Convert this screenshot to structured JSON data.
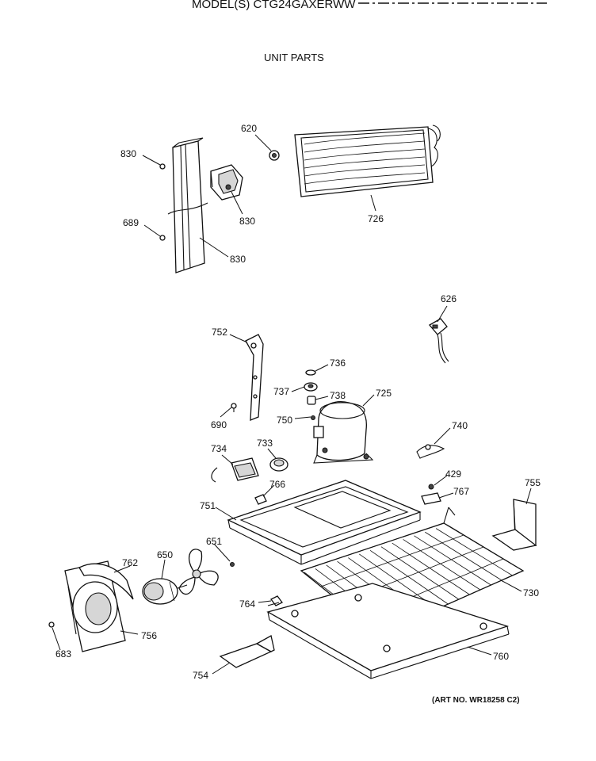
{
  "header": {
    "model_title": "MODEL(S) CTG24GAXERWW",
    "section_title": "UNIT PARTS",
    "art_number": "(ART NO. WR18258 C2)"
  },
  "callouts": [
    {
      "id": "c830a",
      "text": "830"
    },
    {
      "id": "c620",
      "text": "620"
    },
    {
      "id": "c830b",
      "text": "830"
    },
    {
      "id": "c726",
      "text": "726"
    },
    {
      "id": "c689",
      "text": "689"
    },
    {
      "id": "c830c",
      "text": "830"
    },
    {
      "id": "c626",
      "text": "626"
    },
    {
      "id": "c752",
      "text": "752"
    },
    {
      "id": "c736",
      "text": "736"
    },
    {
      "id": "c737",
      "text": "737"
    },
    {
      "id": "c738",
      "text": "738"
    },
    {
      "id": "c725",
      "text": "725"
    },
    {
      "id": "c690",
      "text": "690"
    },
    {
      "id": "c750",
      "text": "750"
    },
    {
      "id": "c740",
      "text": "740"
    },
    {
      "id": "c733",
      "text": "733"
    },
    {
      "id": "c734",
      "text": "734"
    },
    {
      "id": "c429",
      "text": "429"
    },
    {
      "id": "c766",
      "text": "766"
    },
    {
      "id": "c767",
      "text": "767"
    },
    {
      "id": "c755",
      "text": "755"
    },
    {
      "id": "c751",
      "text": "751"
    },
    {
      "id": "c651",
      "text": "651"
    },
    {
      "id": "c762",
      "text": "762"
    },
    {
      "id": "c650",
      "text": "650"
    },
    {
      "id": "c730",
      "text": "730"
    },
    {
      "id": "c764",
      "text": "764"
    },
    {
      "id": "c756",
      "text": "756"
    },
    {
      "id": "c683",
      "text": "683"
    },
    {
      "id": "c760",
      "text": "760"
    },
    {
      "id": "c754",
      "text": "754"
    }
  ]
}
